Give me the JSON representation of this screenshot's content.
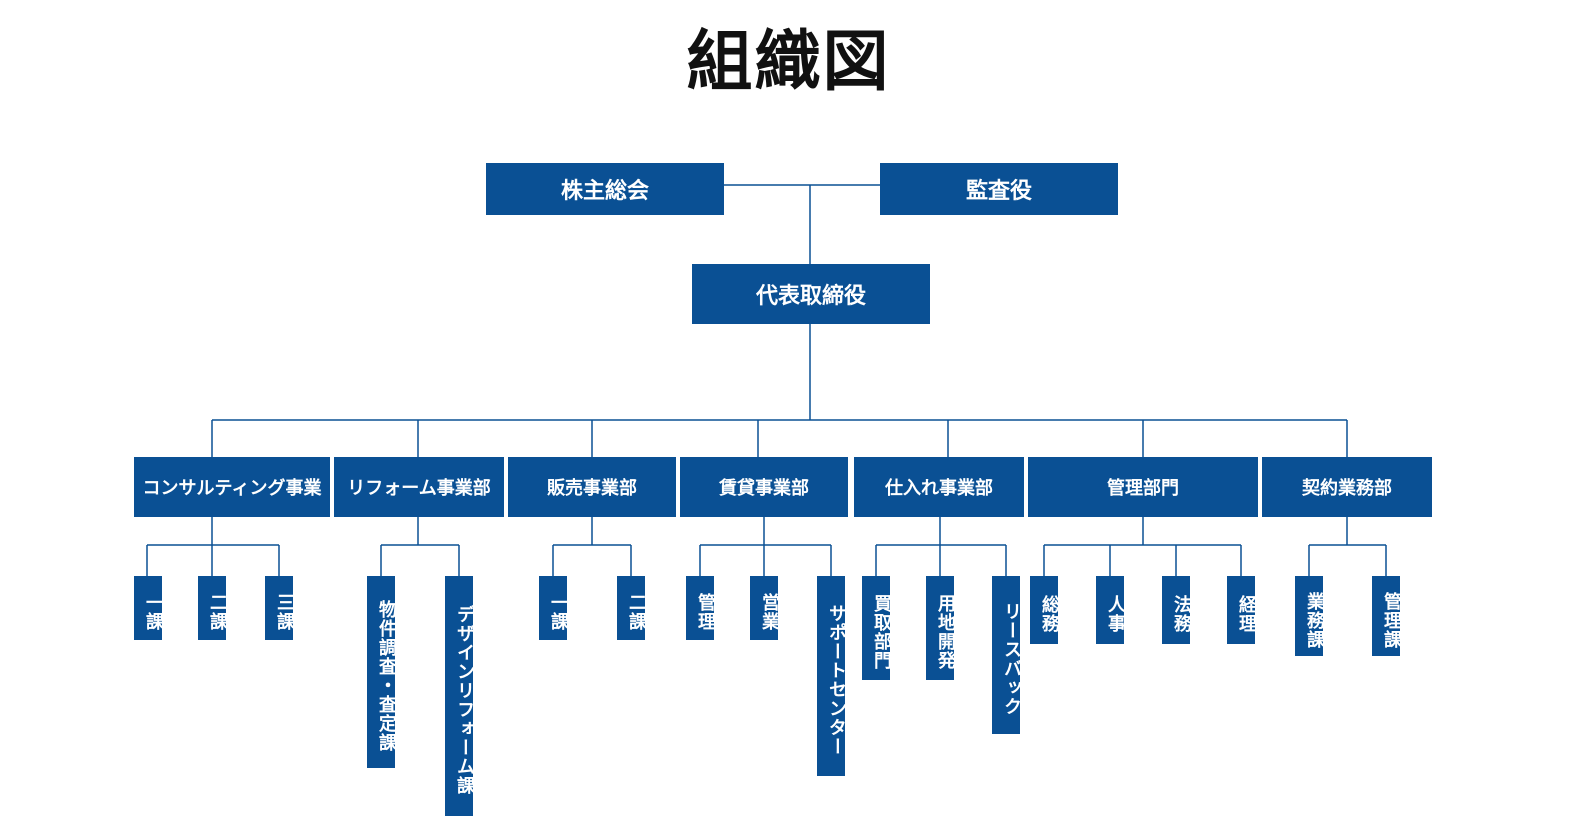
{
  "title": "組織図",
  "colors": {
    "box": "#0a5094",
    "line": "#0a5094",
    "text": "#ffffff"
  },
  "top": {
    "shareholders": "株主総会",
    "auditor": "監査役",
    "ceo": "代表取締役"
  },
  "departments": [
    {
      "label": "コンサルティング事業",
      "subs": [
        "一課",
        "二課",
        "三課"
      ]
    },
    {
      "label": "リフォーム事業部",
      "subs": [
        "物件調査・査定課",
        "デザインリフォーム課"
      ]
    },
    {
      "label": "販売事業部",
      "subs": [
        "一課",
        "二課"
      ]
    },
    {
      "label": "賃貸事業部",
      "subs": [
        "管理",
        "営業",
        "サポートセンター"
      ]
    },
    {
      "label": "仕入れ事業部",
      "subs": [
        "買取部門",
        "用地開発",
        "リースバック"
      ]
    },
    {
      "label": "管理部門",
      "subs": [
        "総務",
        "人事",
        "法務",
        "経理"
      ]
    },
    {
      "label": "契約業務部",
      "subs": [
        "業務課",
        "管理課"
      ]
    }
  ]
}
